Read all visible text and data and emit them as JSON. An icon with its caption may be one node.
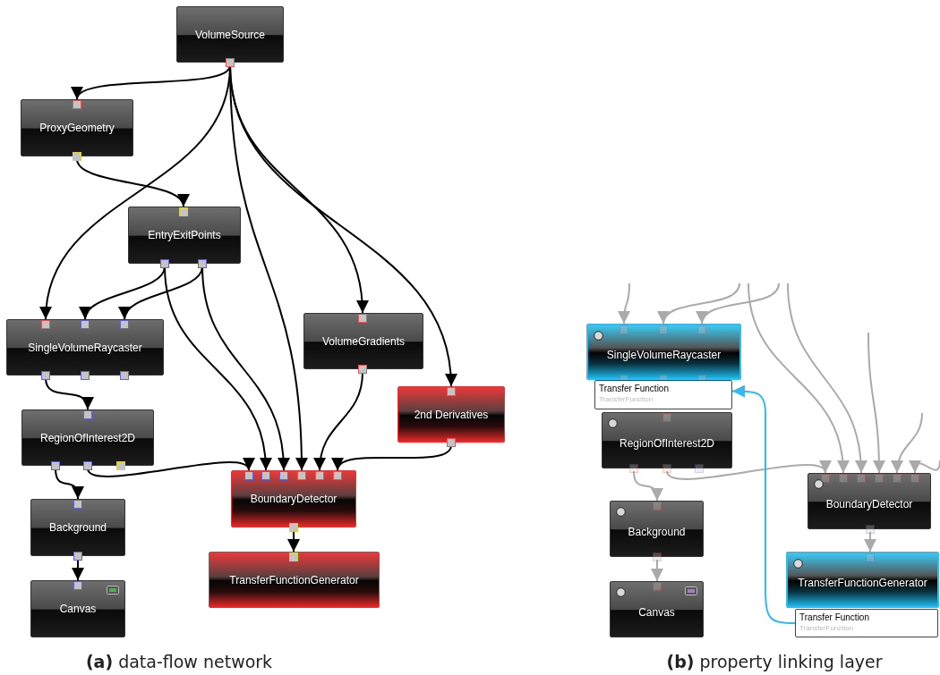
{
  "diagram": {
    "nodes": [
      {
        "text": [
          "VolumeSource"
        ]
      },
      {
        "text": [
          "ProxyGeometry"
        ]
      },
      {
        "text": [
          "EntryExitPoints"
        ]
      },
      {
        "text": [
          "SingleVolumeRaycaster"
        ]
      },
      {
        "text": [
          "VolumeGradients"
        ]
      },
      {
        "text": [
          "2nd Derivatives"
        ]
      },
      {
        "text": [
          "RegionOfInterest2D"
        ]
      },
      {
        "text": [
          "BoundaryDetector"
        ]
      },
      {
        "text": [
          "Background"
        ]
      },
      {
        "text": [
          "TransferFunctionGenerator"
        ]
      },
      {
        "text": [
          "Canvas"
        ]
      },
      {
        "text": [
          "SingleVolumeRaycaster"
        ]
      },
      {
        "text": [
          "Transfer Function",
          "TransferFunction"
        ]
      },
      {
        "text": [
          "RegionOfInterest2D"
        ]
      },
      {
        "text": [
          "BoundaryDetector"
        ]
      },
      {
        "text": [
          "Background"
        ]
      },
      {
        "text": [
          "TransferFunctionGenerator"
        ]
      },
      {
        "text": [
          "Canvas"
        ]
      },
      {
        "text": [
          "Transfer Function",
          "TransferFunction"
        ]
      }
    ],
    "edges": [
      {
        "from": 0,
        "to": 1,
        "arrow": "to"
      },
      {
        "from": 1,
        "to": 2,
        "arrow": "to"
      },
      {
        "from": 0,
        "to": 3,
        "arrow": "to"
      },
      {
        "from": 2,
        "to": 3,
        "arrow": "to"
      },
      {
        "from": 2,
        "to": 3,
        "arrow": "to"
      },
      {
        "from": 0,
        "to": 4,
        "arrow": "to"
      },
      {
        "from": 0,
        "to": 5,
        "arrow": "to"
      },
      {
        "from": 3,
        "to": 6,
        "arrow": "to"
      },
      {
        "from": 6,
        "to": 8,
        "arrow": "to"
      },
      {
        "from": 6,
        "to": 7,
        "arrow": "to"
      },
      {
        "from": 2,
        "to": 7,
        "arrow": "to"
      },
      {
        "from": 2,
        "to": 7,
        "arrow": "to"
      },
      {
        "from": 0,
        "to": 7,
        "arrow": "to"
      },
      {
        "from": 4,
        "to": 7,
        "arrow": "to"
      },
      {
        "from": 5,
        "to": 7,
        "arrow": "to"
      },
      {
        "from": 7,
        "to": 9,
        "arrow": "to"
      },
      {
        "from": 8,
        "to": 10,
        "arrow": "to"
      },
      {
        "from": null,
        "to": 11,
        "arrow": "to",
        "color": "#aaaaaa"
      },
      {
        "from": null,
        "to": 11,
        "arrow": "to",
        "color": "#aaaaaa"
      },
      {
        "from": null,
        "to": 11,
        "arrow": "to",
        "color": "#aaaaaa"
      },
      {
        "from": 13,
        "to": 15,
        "arrow": "to",
        "color": "#aaaaaa"
      },
      {
        "from": 13,
        "to": 14,
        "arrow": "to",
        "color": "#aaaaaa"
      },
      {
        "from": null,
        "to": 14,
        "arrow": "to",
        "color": "#aaaaaa"
      },
      {
        "from": null,
        "to": 14,
        "arrow": "to",
        "color": "#aaaaaa"
      },
      {
        "from": null,
        "to": 14,
        "arrow": "to",
        "color": "#aaaaaa"
      },
      {
        "from": null,
        "to": 14,
        "arrow": "to",
        "color": "#aaaaaa"
      },
      {
        "from": null,
        "to": 14,
        "arrow": "to",
        "color": "#aaaaaa"
      },
      {
        "from": 14,
        "to": 16,
        "arrow": "to",
        "color": "#aaaaaa"
      },
      {
        "from": 15,
        "to": 17,
        "arrow": "to",
        "color": "#aaaaaa"
      },
      {
        "from": 18,
        "to": 12,
        "arrow": "to",
        "color": "#33bbee"
      }
    ],
    "labels": [
      "**(a)** data-flow network",
      "**(b)** property linking layer"
    ]
  }
}
